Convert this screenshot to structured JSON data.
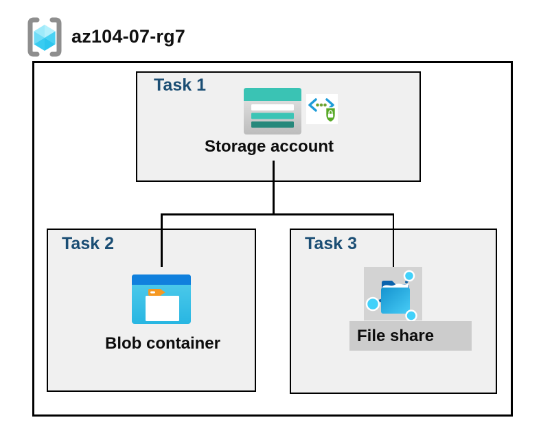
{
  "header": {
    "title": "az104-07-rg7",
    "icon": "azure-resource-group-icon"
  },
  "tasks": [
    {
      "label": "Task 1",
      "node_label": "Storage account",
      "icons": [
        "storage-account-icon",
        "secure-access-icon"
      ]
    },
    {
      "label": "Task 2",
      "node_label": "Blob container",
      "icons": [
        "blob-container-icon"
      ]
    },
    {
      "label": "Task 3",
      "node_label": "File share",
      "icons": [
        "file-share-icon"
      ]
    }
  ],
  "connections": [
    {
      "from": "Storage account",
      "to": "Blob container"
    },
    {
      "from": "Storage account",
      "to": "File share"
    }
  ],
  "colors": {
    "task_label": "#1b4e74",
    "task_box_fill": "#f0f0f0",
    "border": "#000000",
    "storage_teal": "#3ac3b4",
    "storage_teal_dark": "#26887b",
    "blob_header_blue": "#1080dd",
    "blob_body_cyan": "#35c1f1",
    "folder_tab_orange": "#f59822",
    "shield_green": "#57a926",
    "code_bracket_blue": "#1e9cd8",
    "file_share_node_cyan": "#41d1fa",
    "file_share_dark_blue": "#1464a5",
    "file_share_icon_grey": "#d3d3d3",
    "file_share_label_grey": "#cccccc",
    "rg_bracket_grey": "#8e8e8e"
  }
}
